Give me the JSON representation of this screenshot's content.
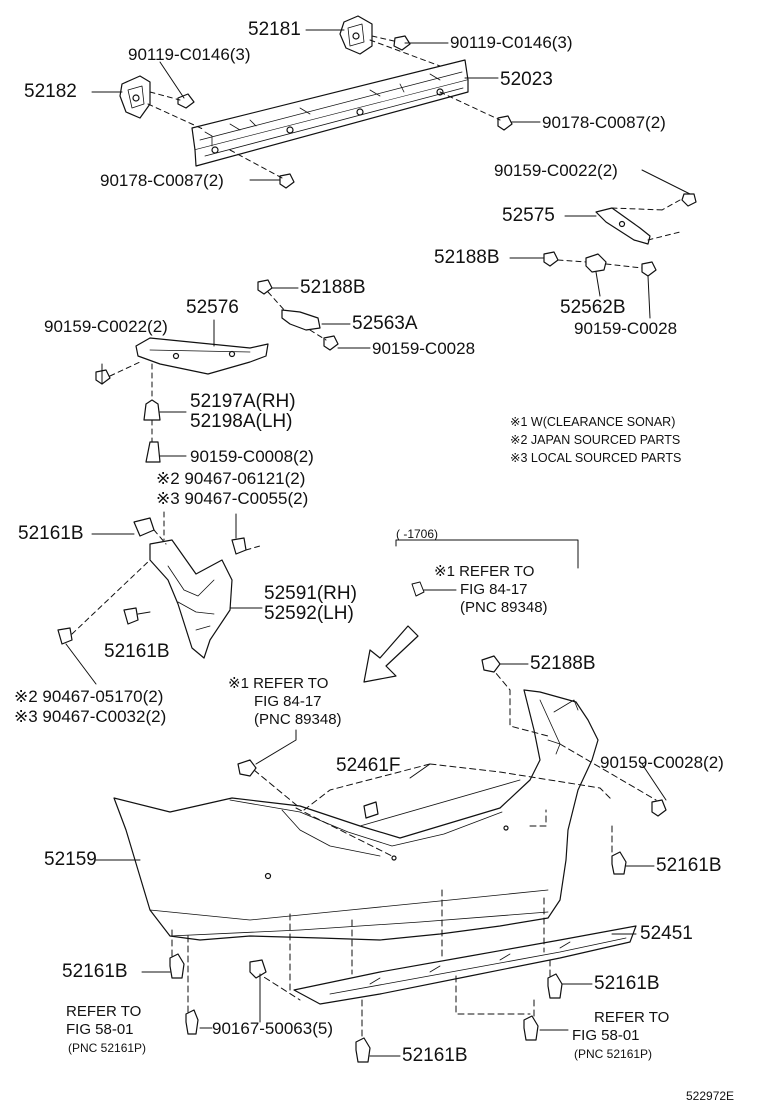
{
  "labels": {
    "p52181": "52181",
    "p90119_top": "90119-C0146(3)",
    "p90119_left": "90119-C0146(3)",
    "p52182": "52182",
    "p52023": "52023",
    "p90178_right": "90178-C0087(2)",
    "p90178_left": "90178-C0087(2)",
    "p90159_c0022_right": "90159-C0022(2)",
    "p52575": "52575",
    "p52188b_right": "52188B",
    "p52562b": "52562B",
    "p90159_c0028_right": "90159-C0028",
    "p52576": "52576",
    "p52188b_mid": "52188B",
    "p90159_c0022_left": "90159-C0022(2)",
    "p52563a": "52563A",
    "p90159_c0028_mid": "90159-C0028",
    "p52197a": "52197A(RH)",
    "p52198a": "52198A(LH)",
    "p90159_c0008": "90159-C0008(2)",
    "p90467_06121": "※2 90467-06121(2)",
    "p90467_c0055": "※3 90467-C0055(2)",
    "p52161b_a": "52161B",
    "p52591": "52591(RH)",
    "p52592": "52592(LH)",
    "p52161b_b": "52161B",
    "p90467_05170": "※2 90467-05170(2)",
    "p90467_c0032": "※3 90467-C0032(2)",
    "bracket_label": "(      -1706)",
    "ref1_line1": "※1 REFER TO",
    "ref1_line2": "FIG 84-17",
    "ref1_line3": "(PNC 89348)",
    "ref2_line1": "※1 REFER TO",
    "ref2_line2": "FIG 84-17",
    "ref2_line3": "(PNC 89348)",
    "p52188b_low": "52188B",
    "p52461f": "52461F",
    "p90159_c0028_2": "90159-C0028(2)",
    "p52159": "52159",
    "p52161b_c": "52161B",
    "p52451": "52451",
    "p52161b_d": "52161B",
    "p52161b_e": "52161B",
    "p90167": "90167-50063(5)",
    "p52161b_f": "52161B",
    "ref3_line1": "REFER TO",
    "ref3_line2": "FIG 58-01",
    "ref3_line3": "(PNC 52161P)",
    "ref4_line1": "REFER TO",
    "ref4_line2": "FIG 58-01",
    "ref4_line3": "(PNC 52161P)",
    "figure_id": "522972E"
  },
  "notes": [
    "※1 W(CLEARANCE SONAR)",
    "※2 JAPAN SOURCED PARTS",
    "※3 LOCAL SOURCED PARTS"
  ]
}
